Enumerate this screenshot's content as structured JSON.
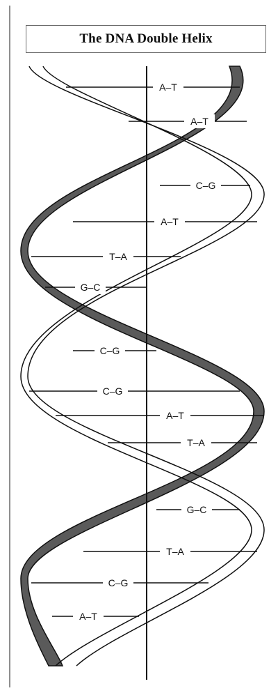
{
  "title": "The DNA Double Helix",
  "colors": {
    "dark_strand": "#5a5a5a",
    "light_strand": "#ffffff",
    "ink": "#111111"
  },
  "base_pairs": [
    {
      "label": "A–T"
    },
    {
      "label": "A–T"
    },
    {
      "label": "C–G"
    },
    {
      "label": "A–T"
    },
    {
      "label": "T–A"
    },
    {
      "label": "G–C"
    },
    {
      "label": "C–G"
    },
    {
      "label": "C–G"
    },
    {
      "label": "A–T"
    },
    {
      "label": "T–A"
    },
    {
      "label": "G–C"
    },
    {
      "label": "T–A"
    },
    {
      "label": "C–G"
    },
    {
      "label": "A–T"
    }
  ]
}
